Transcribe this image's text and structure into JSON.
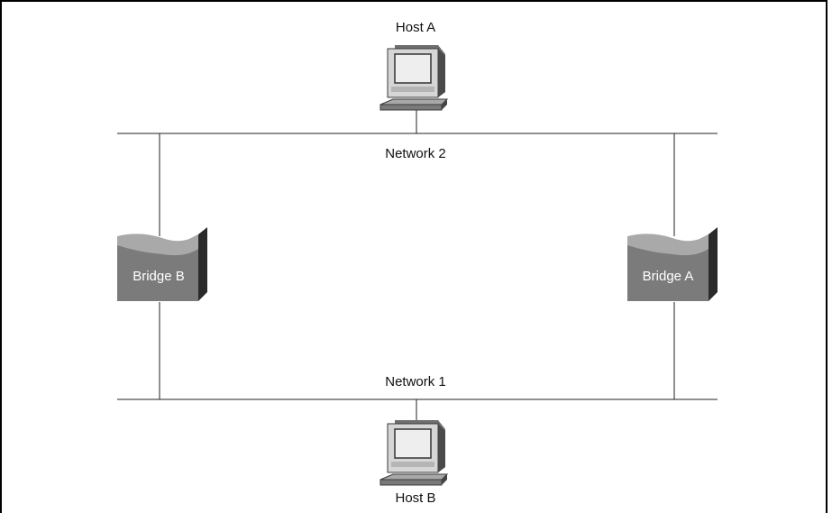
{
  "diagram": {
    "hosts": [
      {
        "id": "host-a",
        "label": "Host A"
      },
      {
        "id": "host-b",
        "label": "Host B"
      }
    ],
    "networks": [
      {
        "id": "network-2",
        "label": "Network 2"
      },
      {
        "id": "network-1",
        "label": "Network 1"
      }
    ],
    "bridges": [
      {
        "id": "bridge-b",
        "label": "Bridge B"
      },
      {
        "id": "bridge-a",
        "label": "Bridge A"
      }
    ]
  }
}
